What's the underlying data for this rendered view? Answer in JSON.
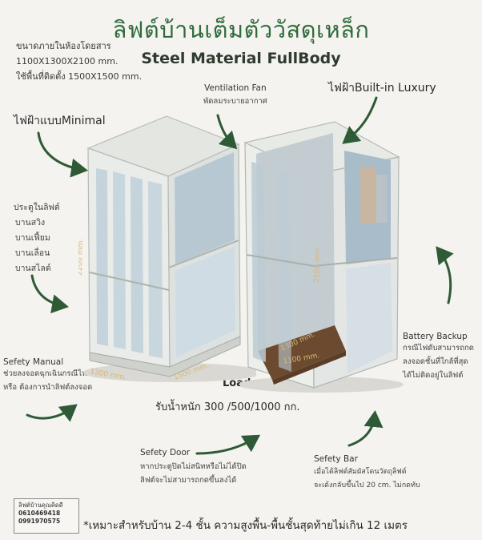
{
  "title_thai": "ลิฟต์บ้านเต็มตัววัสดุเหล็ก",
  "title_en": "Steel Material FullBody",
  "specs": {
    "line1": "ขนาดภายในห้องโดยสาร",
    "line2": "1100X1300X2100 mm.",
    "line3": "ใช้พื้นที่ติดตั้ง 1500X1500 mm."
  },
  "ventilation": {
    "title": "Ventilation Fan",
    "desc": "พัดลมระบายอากาศ"
  },
  "light_luxury": "ไฟฝ้าBuilt-in Luxury",
  "light_minimal": "ไฟฝ้าแบบMinimal",
  "doors": {
    "title": "ประตูในลิฟต์",
    "items": [
      "บานสวิง",
      "บานเฟี้ยม",
      "บานเลื่อน",
      "บานสไลด์"
    ]
  },
  "dims": {
    "left_height": "2200 mm.",
    "left_width": "1300 mm.",
    "left_depth": "1500 mm.",
    "right_height": "2100 mm.",
    "right_width": "1300 mm.",
    "right_depth": "1100 mm."
  },
  "battery": {
    "title": "Battery Backup",
    "line1": "กรณีไฟดับสามารถกด",
    "line2": "ลงจอดชั้นที่ใกล้ที่สุด",
    "line3": "ได้ไม่ติดอยู่ในลิฟต์"
  },
  "safety_manual": {
    "title": "Sefety Manual",
    "line1": "ช่วยลงจอดฉุกเฉินกรณีไฟดับ",
    "line2": "หรือ ต้องการนำลิฟต์ลงจอด"
  },
  "load": {
    "title": "Load",
    "text": "รับน้ำหนัก 300 /500/1000 กก."
  },
  "safety_door": {
    "title": "Sefety Door",
    "line1": "หากประตูปิดไม่สนิทหรือไม่ได้ปิด",
    "line2": "ลิฟต์จะไม่สามารถกดขึ้นลงได้"
  },
  "safety_bar": {
    "title": "Sefety Bar",
    "line1": "เมื่อได้ลิฟต์สัมผัสโดนวัตถุลิฟต์",
    "line2": "จะเด้งกลับขึ้นไป 20 cm. ไม่กดทับ"
  },
  "contact": {
    "name": "ลิฟต์บ้านคุณคิดดี",
    "phone1": "0610469418",
    "phone2": "0991970575"
  },
  "footnote": "*เหมาะสำหรับบ้าน 2-4 ชั้น ความสูงพื้น-พื้นชั้นสุดท้ายไม่เกิน 12 เมตร",
  "colors": {
    "brand_green": "#2f6b3c",
    "arrow_green": "#2e5a36",
    "frame_white": "#eceeea",
    "glass": "#c9d6de",
    "floor_wood": "#6b4a30",
    "background": "#f4f3ef"
  }
}
